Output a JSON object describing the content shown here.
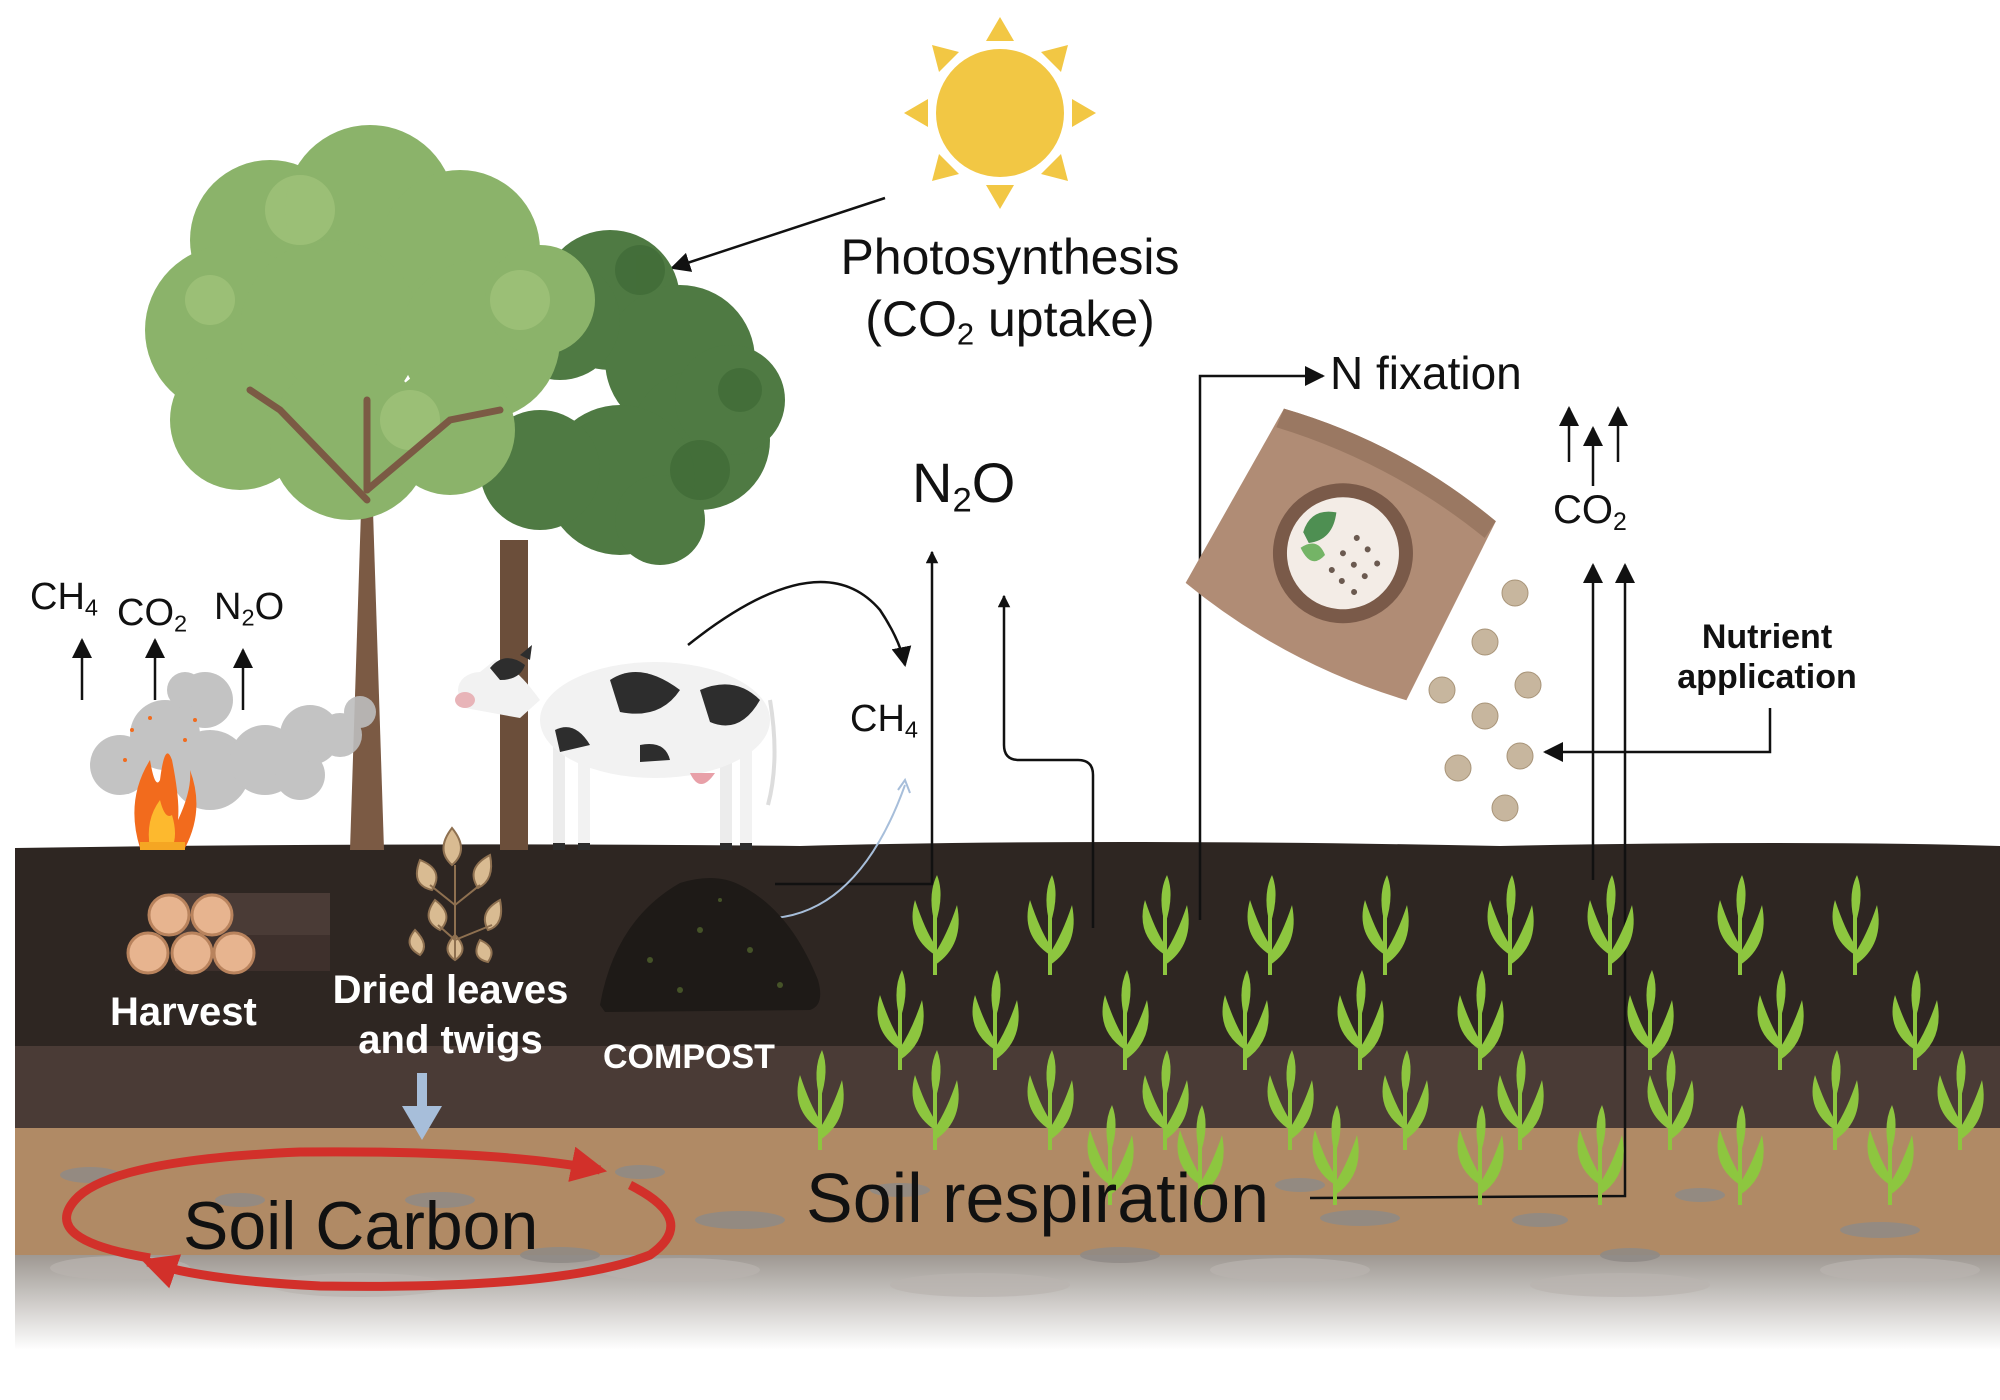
{
  "labels": {
    "photosynthesis_line1": "Photosynthesis",
    "photosynthesis_line2_pre": "(CO",
    "photosynthesis_line2_sub": "2",
    "photosynthesis_line2_post": " uptake)",
    "n_fixation": "N fixation",
    "n2o_main": {
      "pre": "N",
      "sub": "2",
      "post": "O"
    },
    "co2_right": {
      "pre": "CO",
      "sub": "2"
    },
    "nutrient_line1": "Nutrient",
    "nutrient_line2": "application",
    "ch4_cow": {
      "pre": "CH",
      "sub": "4"
    },
    "fire_ch4": {
      "pre": "CH",
      "sub": "4"
    },
    "fire_co2": {
      "pre": "CO",
      "sub": "2"
    },
    "fire_n2o": {
      "pre": "N",
      "sub": "2",
      "post": "O"
    },
    "harvest": "Harvest",
    "dried_line1": "Dried leaves",
    "dried_line2": "and twigs",
    "compost": "COMPOST",
    "soil_carbon": "Soil Carbon",
    "soil_respiration": "Soil respiration"
  },
  "colors": {
    "sun": "#F2C744",
    "tree_light": "#8BB36A",
    "tree_dark": "#4F7A43",
    "trunk": "#7B5A44",
    "soil_top": "#2E2622",
    "soil_mid": "#4A3B36",
    "soil_sand": "#B08A65",
    "soil_bottom": "#9E9892",
    "carbon_cycle": "#D2302A",
    "seedling": "#8DC63F",
    "fire": "#F26B1D",
    "bag": "#B08C75"
  }
}
